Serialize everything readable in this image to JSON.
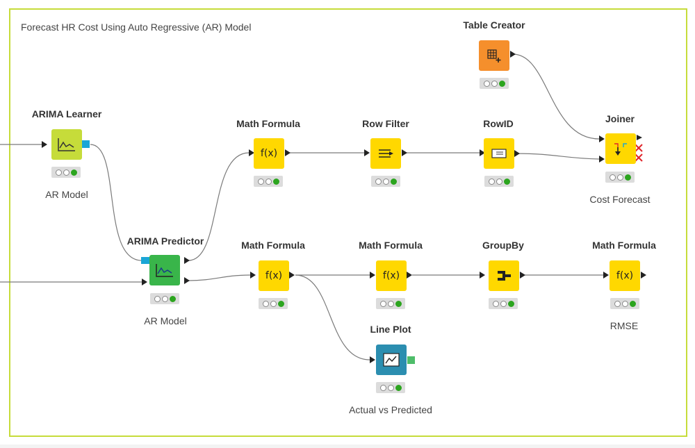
{
  "workflow": {
    "annotation": "Forecast HR Cost Using Auto Regressive (AR) Model"
  },
  "colors": {
    "learner": "#c6dc3a",
    "manipulator": "#ffd800",
    "source": "#f58f2c",
    "predictor": "#39b54a",
    "visualizer": "#2b8eb0",
    "model_port": "#1aa6d6",
    "image_port": "#4ebd6a",
    "border": "#c6dc3a"
  },
  "nodes": {
    "arima_learner": {
      "title": "ARIMA Learner",
      "label": "AR Model",
      "icon": "chart-icon"
    },
    "arima_predictor": {
      "title": "ARIMA Predictor",
      "label": "AR Model",
      "icon": "chart-icon"
    },
    "math_formula_1": {
      "title": "Math Formula",
      "label": "",
      "icon": "formula-icon"
    },
    "row_filter": {
      "title": "Row Filter",
      "label": "",
      "icon": "filter-icon"
    },
    "rowid": {
      "title": "RowID",
      "label": "",
      "icon": "rowid-icon"
    },
    "table_creator": {
      "title": "Table Creator",
      "label": "",
      "icon": "table-plus-icon"
    },
    "joiner": {
      "title": "Joiner",
      "label": "Cost Forecast",
      "icon": "join-icon"
    },
    "math_formula_2": {
      "title": "Math Formula",
      "label": "",
      "icon": "formula-icon"
    },
    "math_formula_3": {
      "title": "Math Formula",
      "label": "",
      "icon": "formula-icon"
    },
    "groupby": {
      "title": "GroupBy",
      "label": "",
      "icon": "groupby-icon"
    },
    "math_formula_4": {
      "title": "Math Formula",
      "label": "RMSE",
      "icon": "formula-icon"
    },
    "line_plot": {
      "title": "Line Plot",
      "label": "Actual vs Predicted",
      "icon": "line-plot-icon"
    }
  }
}
